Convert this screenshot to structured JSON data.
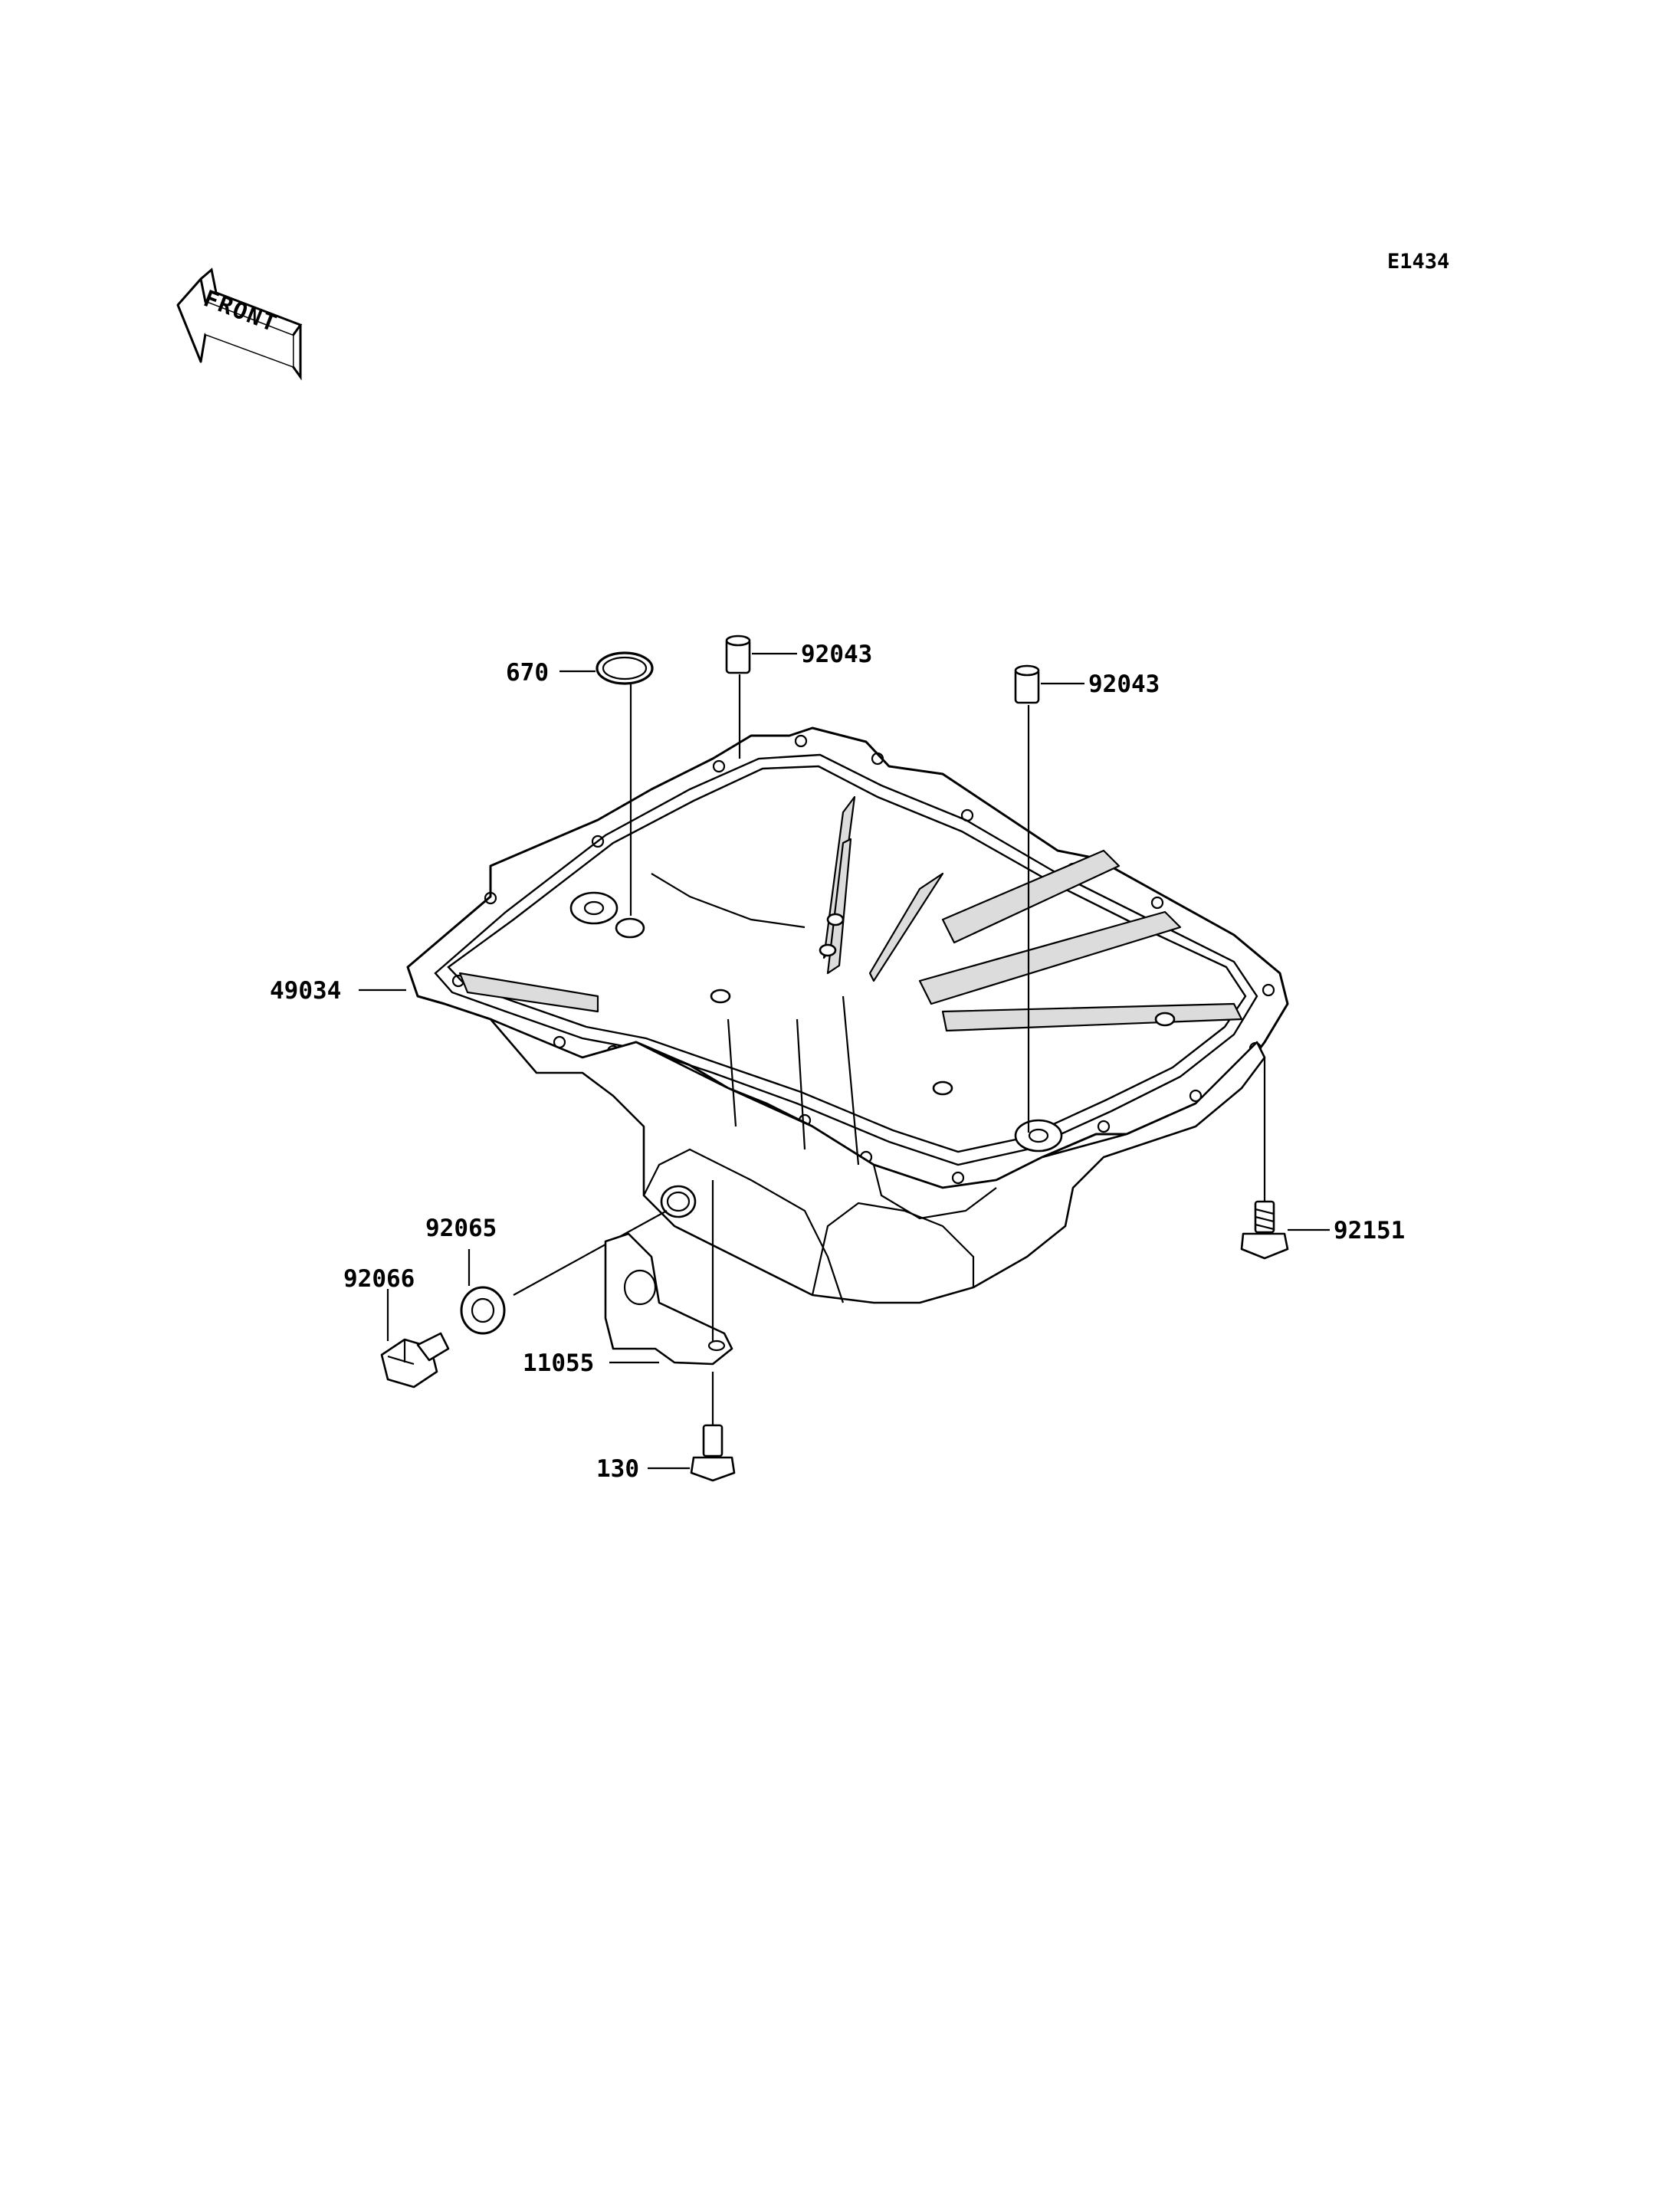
{
  "diagram_code": "E1434",
  "front_arrow": {
    "text": "FRONT",
    "icon": "front-direction-arrow-icon"
  },
  "parts": [
    {
      "number": "670"
    },
    {
      "number": "92043"
    },
    {
      "number": "92043"
    },
    {
      "number": "49034"
    },
    {
      "number": "92065"
    },
    {
      "number": "92066"
    },
    {
      "number": "11055"
    },
    {
      "number": "130"
    },
    {
      "number": "92151"
    }
  ]
}
